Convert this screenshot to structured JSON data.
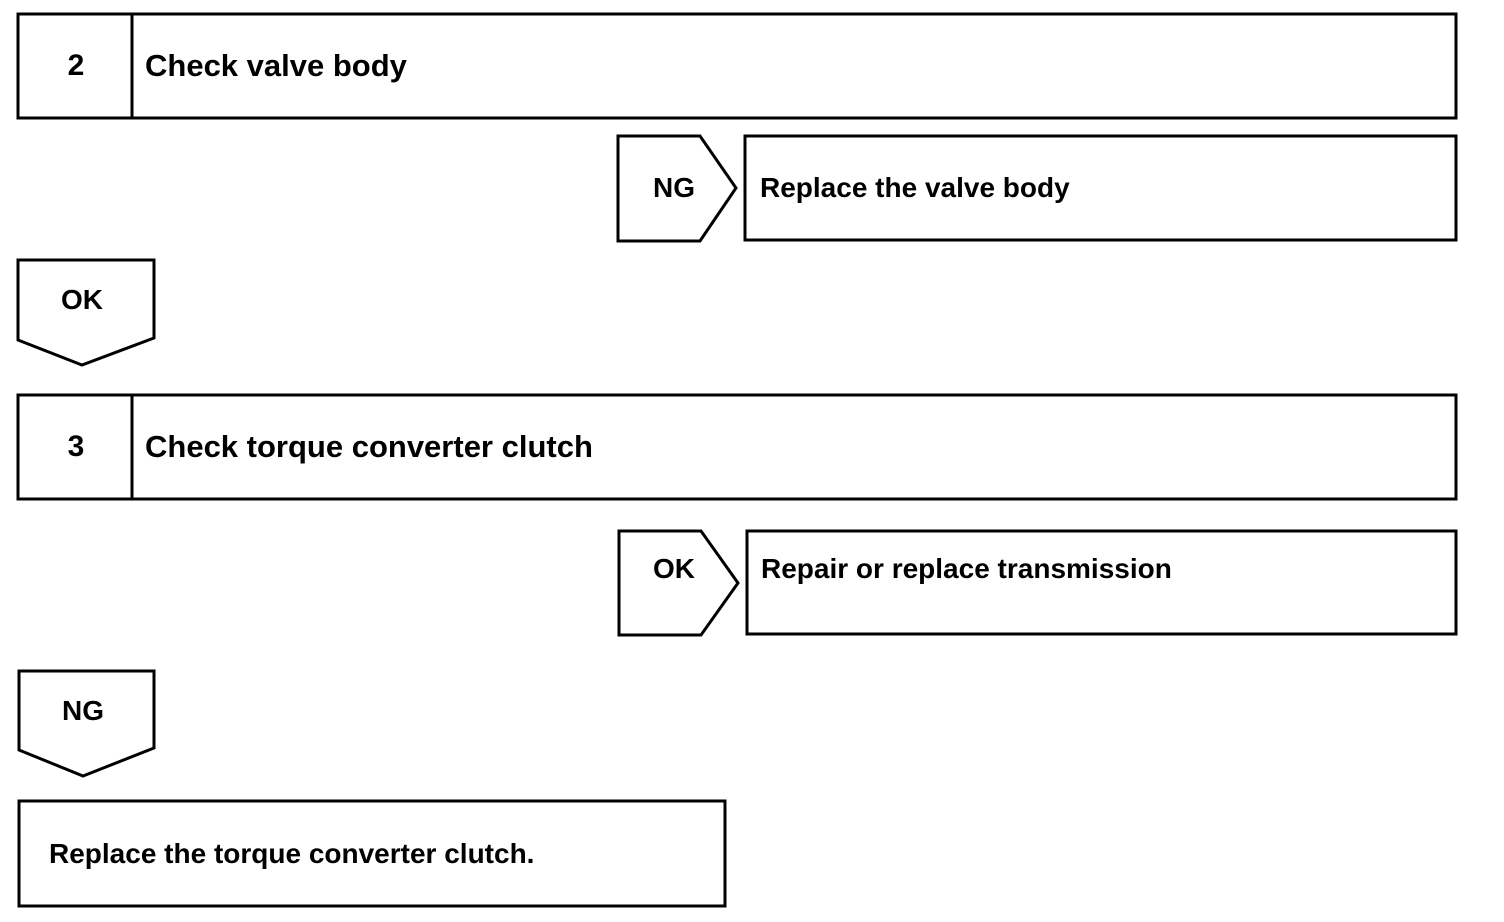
{
  "steps": [
    {
      "number": "2",
      "title": "Check valve body"
    },
    {
      "number": "3",
      "title": "Check torque converter clutch"
    }
  ],
  "side_branches": [
    {
      "label": "NG",
      "action": "Replace the valve body"
    },
    {
      "label": "OK",
      "action": "Repair or replace transmission"
    }
  ],
  "down_branches": [
    {
      "label": "OK"
    },
    {
      "label": "NG"
    }
  ],
  "final_action": "Replace the torque converter clutch."
}
